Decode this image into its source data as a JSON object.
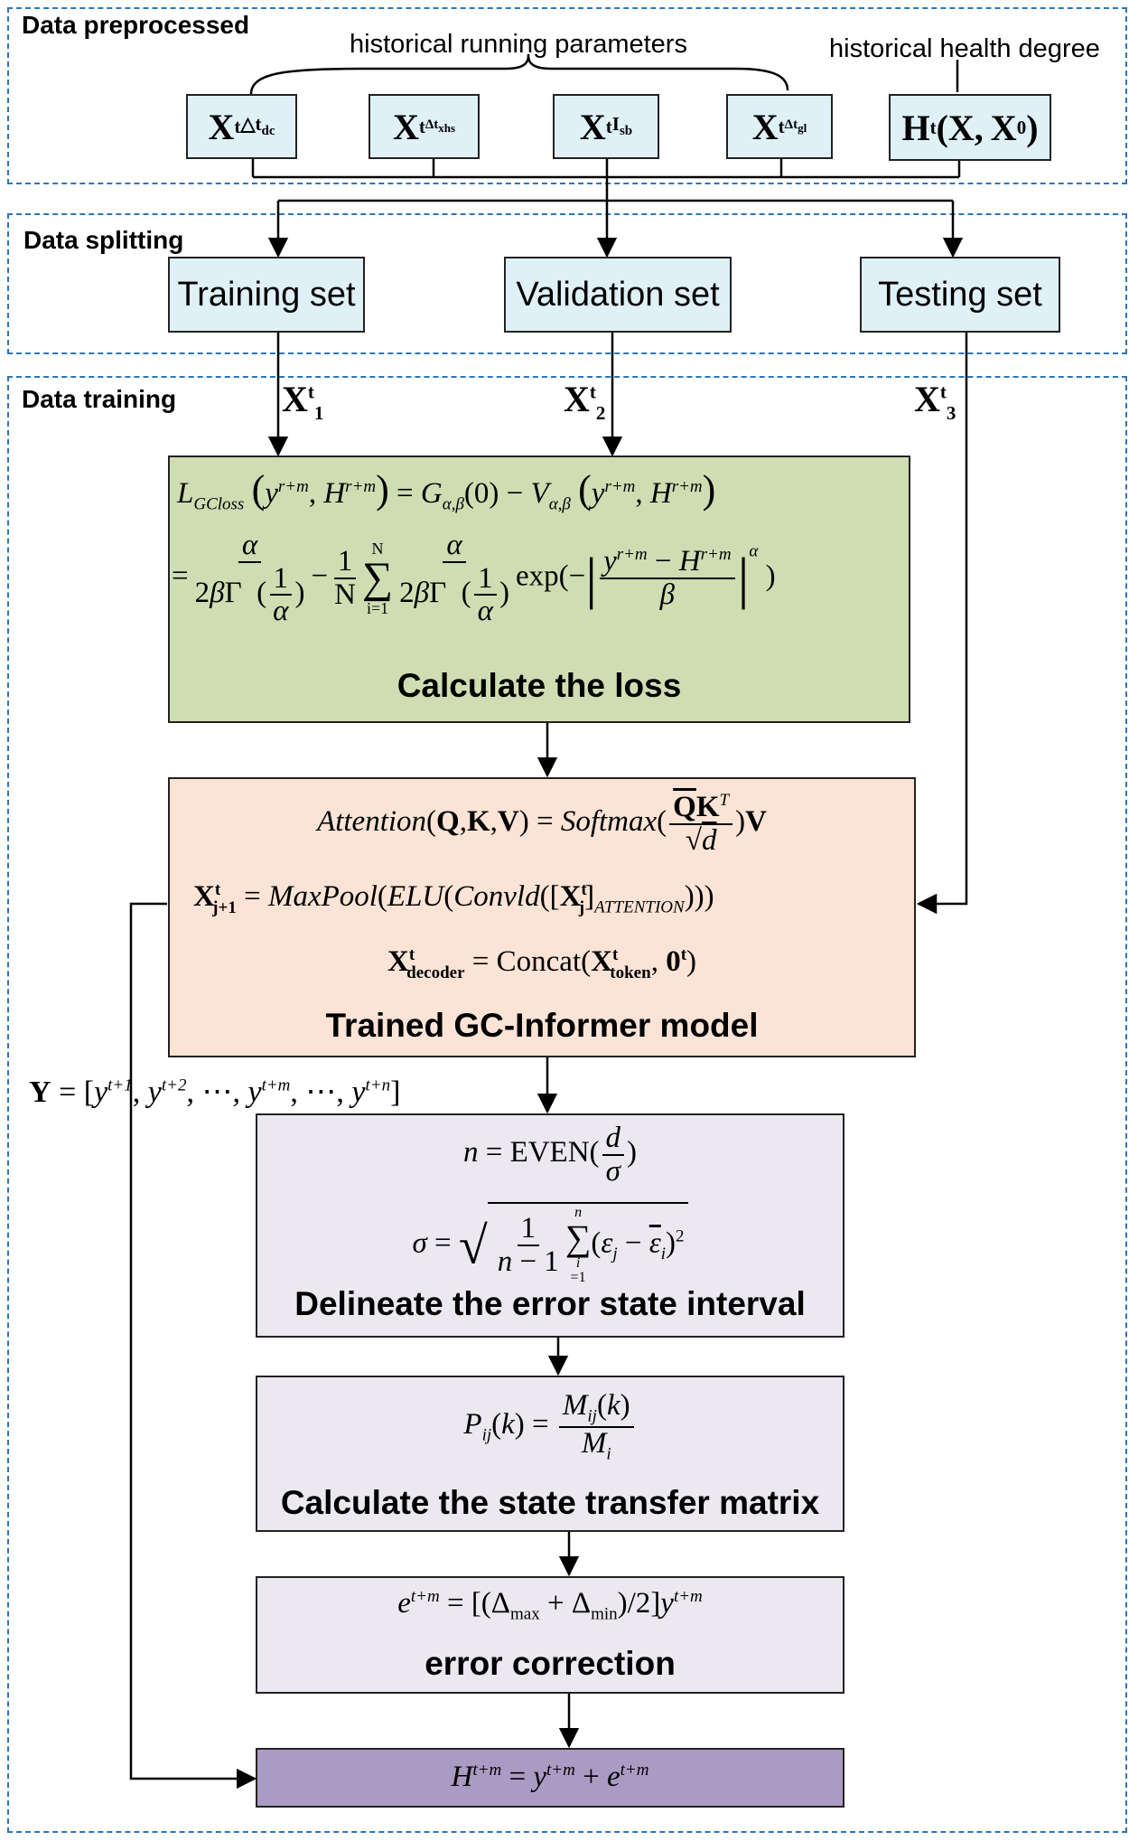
{
  "sections": {
    "preprocessed": "Data preprocessed",
    "splitting": "Data splitting",
    "training": "Data training"
  },
  "labels": {
    "running_params": "historical running parameters",
    "health_degree": "historical health degree"
  },
  "sets": {
    "training": "Training set",
    "validation": "Validation set",
    "testing": "Testing set"
  },
  "steps": {
    "loss": "Calculate the loss",
    "model": "Trained GC-Informer model",
    "interval": "Delineate the error state interval",
    "matrix": "Calculate the state transfer matrix",
    "correction": "error correction"
  },
  "colors": {
    "section_border": "#2e75b6",
    "input_fill": "#dff1f7",
    "loss_fill": "#cfddb3",
    "model_fill": "#fbe4d6",
    "error_fill": "#ebe8f0",
    "output_fill": "#a99bc3"
  }
}
